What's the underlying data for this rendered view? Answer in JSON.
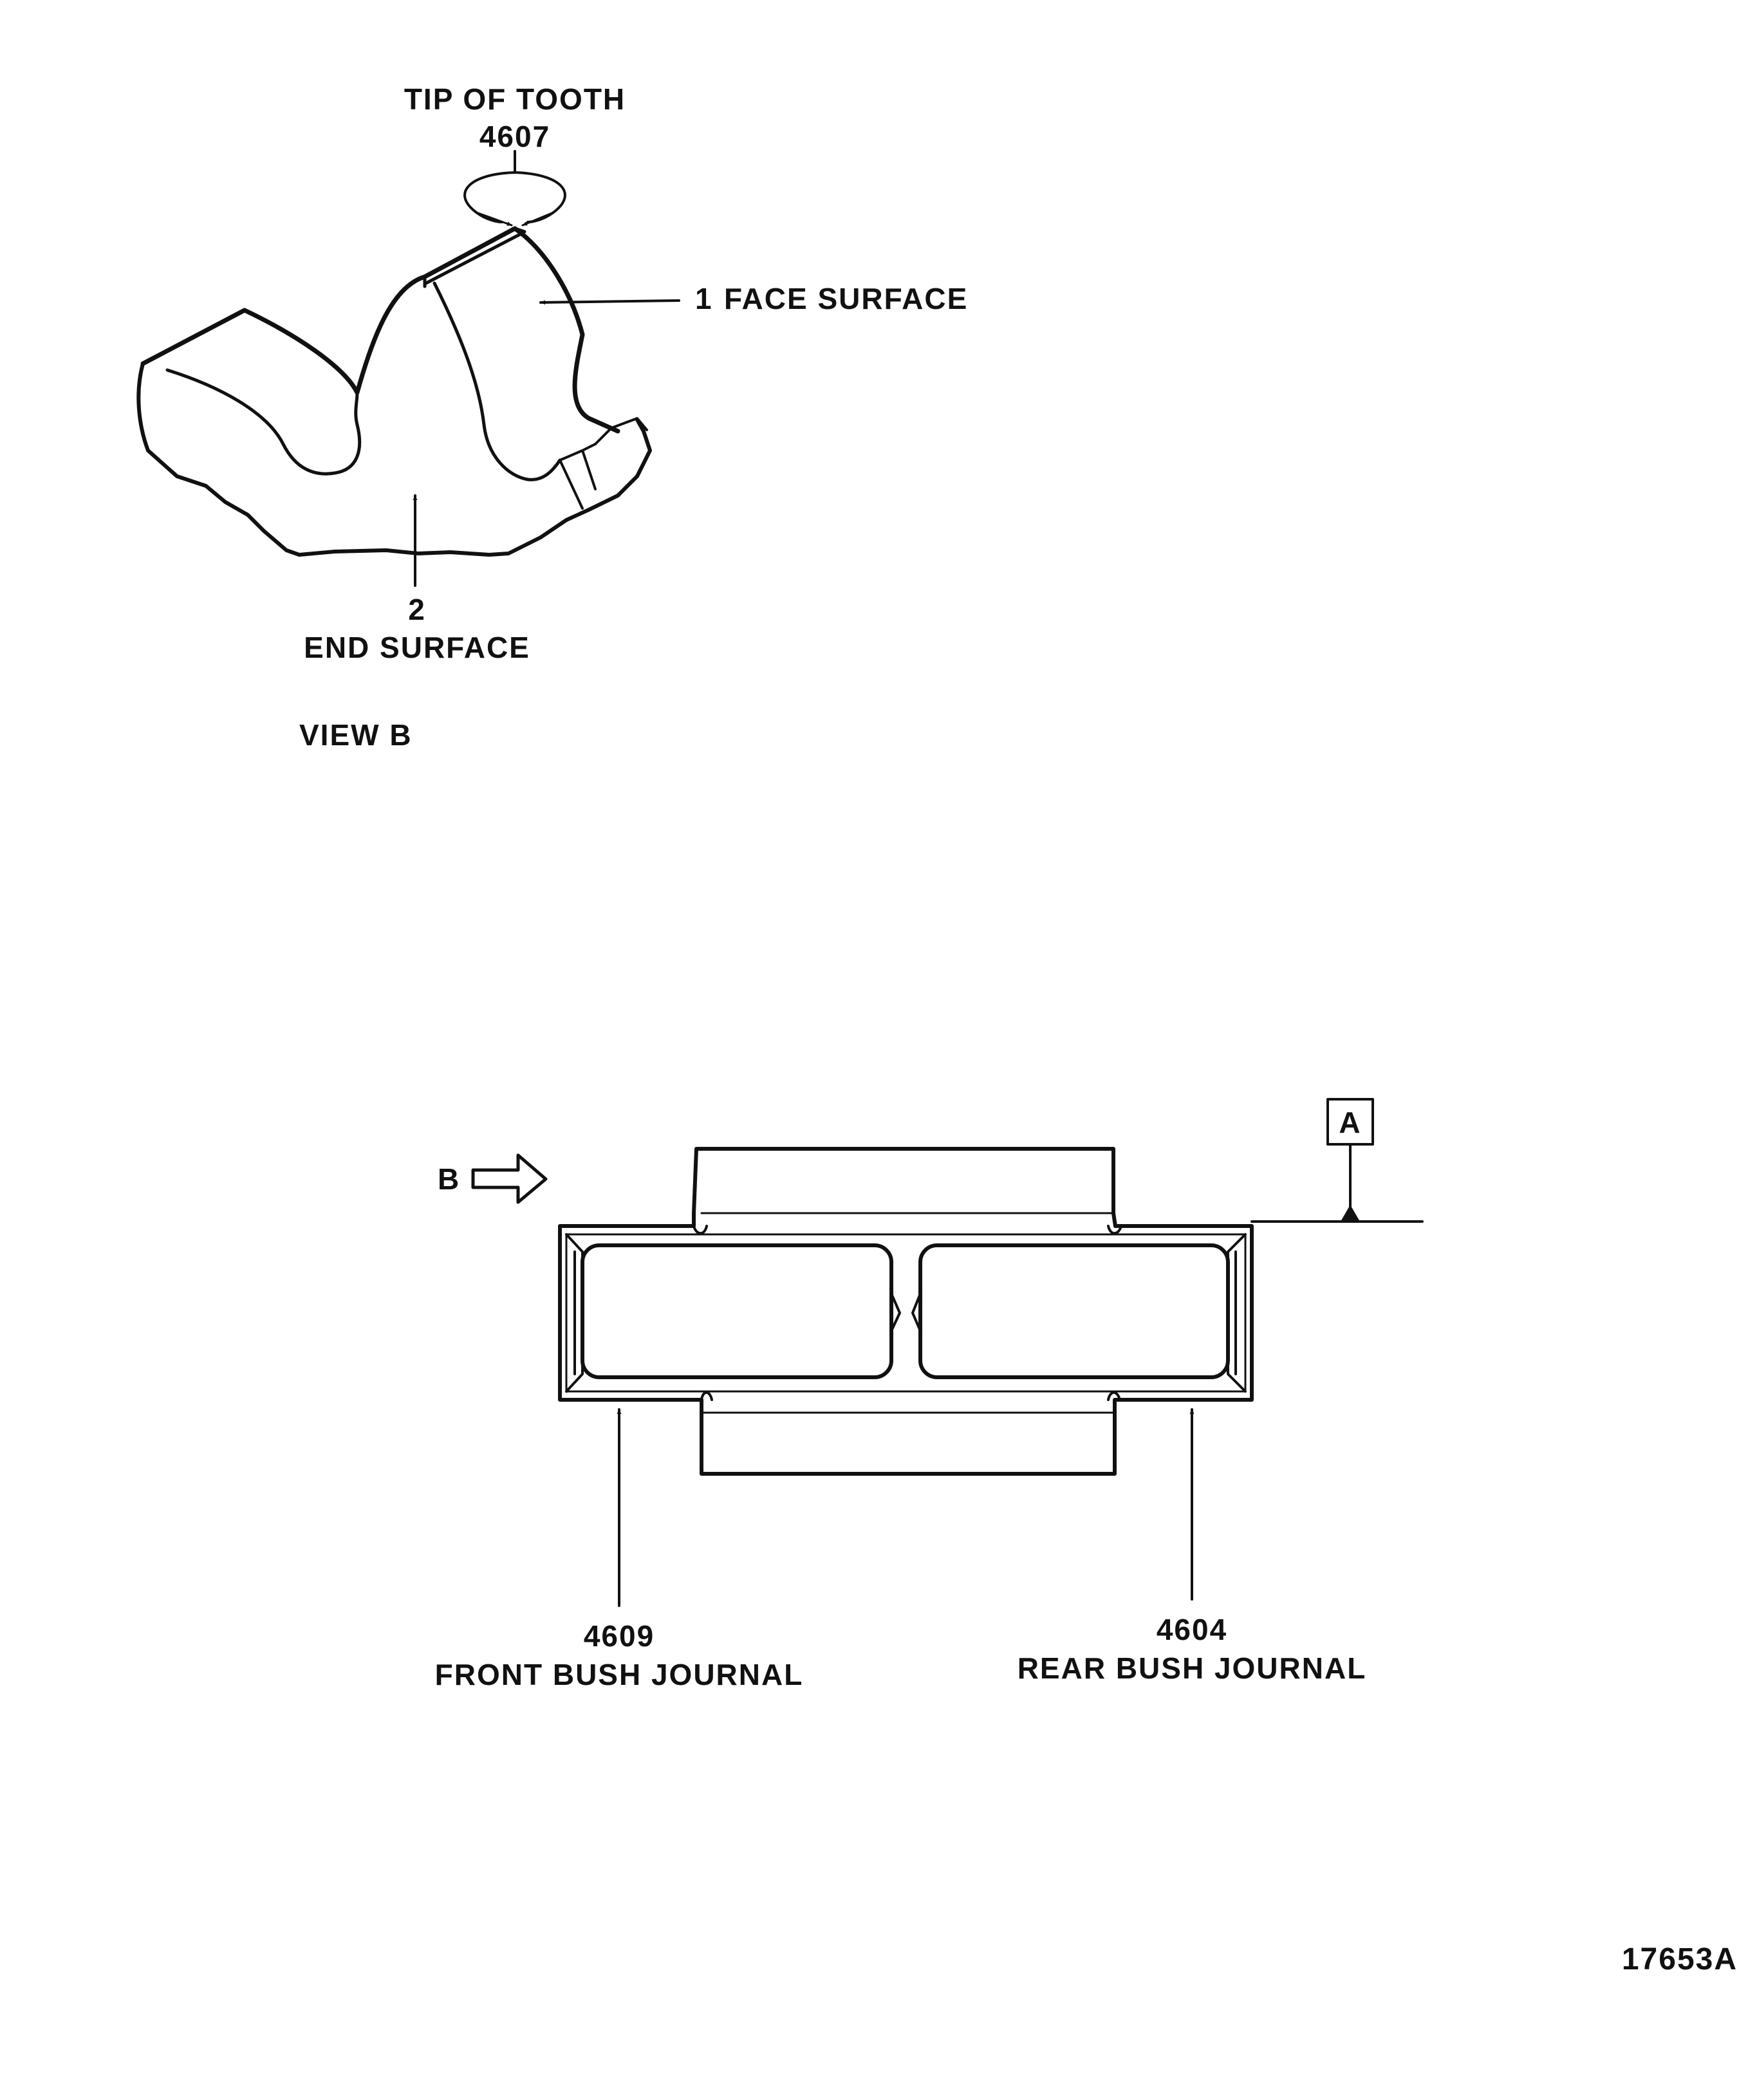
{
  "view_b": {
    "tip_of_tooth": {
      "label": "TIP OF TOOTH",
      "number": "4607"
    },
    "face_surface": {
      "number": "1",
      "label": "FACE SURFACE"
    },
    "end_surface": {
      "number": "2",
      "label": "END SURFACE"
    },
    "title": "VIEW B"
  },
  "section": {
    "view_arrow_label": "B",
    "datum_label": "A",
    "front_bush_journal": {
      "number": "4609",
      "label": "FRONT BUSH JOURNAL"
    },
    "rear_bush_journal": {
      "number": "4604",
      "label": "REAR BUSH JOURNAL"
    }
  },
  "figure_number": "17653A"
}
